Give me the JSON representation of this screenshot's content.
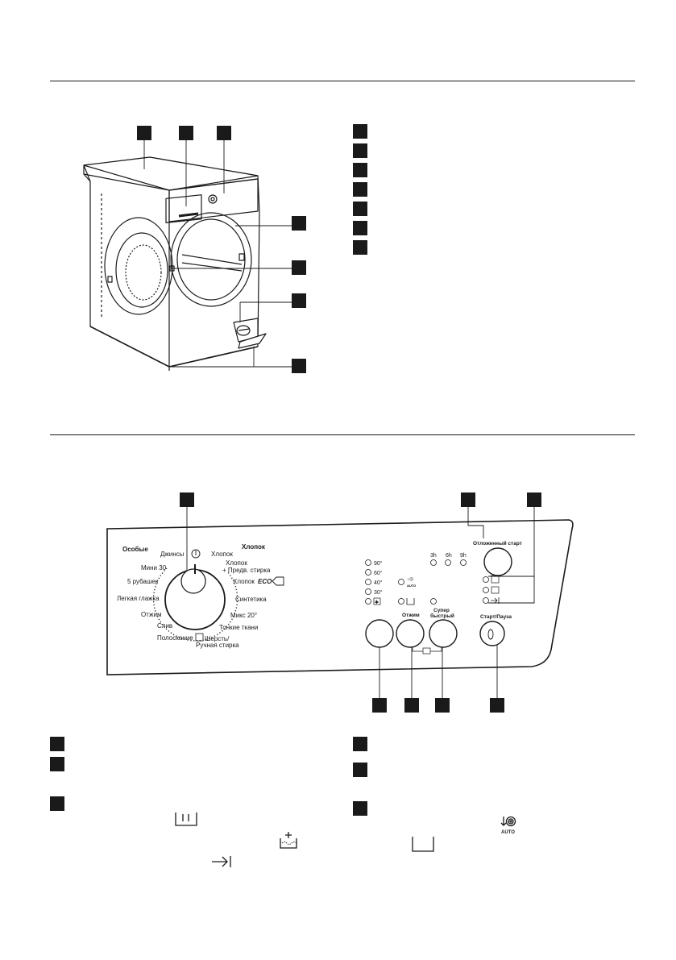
{
  "panel": {
    "group_special": "Особые",
    "group_cotton": "Хлопок",
    "programs_left": [
      "Джинсы",
      "Мини 30",
      "5 рубашек",
      "Легкая глажка",
      "Отжим",
      "Слив",
      "Полоскание"
    ],
    "programs_right": [
      "Хлопок",
      "Хлопок",
      "+ Предв. стирка",
      "Хлопок",
      "Синтетика",
      "Микс 20°",
      "Тонкие ткани"
    ],
    "eco_label": "ECO",
    "wool_line1": "Шерсть/",
    "wool_line2": "Ручная стирка",
    "power_symbol": "power-icon",
    "temperatures": [
      "90°",
      "60°",
      "40°",
      "30°",
      "✱"
    ],
    "auto_label": "AUTO",
    "delay_hours": [
      "3h",
      "6h",
      "9h"
    ],
    "delay_button": "Отложенный старт",
    "spin_button": "Отжим",
    "super_quick_line1": "Супер",
    "super_quick_line2": "быстрый",
    "start_pause_button": "Старт/Пауза",
    "rinse_symbol": "extra-rinse-icon"
  },
  "icons": {
    "drum_symbol": "wash-phase-icon",
    "rinse_symbol": "rinse-phase-icon",
    "end_symbol": "end-of-cycle-icon",
    "auto_spin": "AUTO",
    "no_spin_symbol": "drain-only-icon"
  },
  "colors": {
    "ink": "#1a1a1a",
    "paper": "#ffffff"
  }
}
